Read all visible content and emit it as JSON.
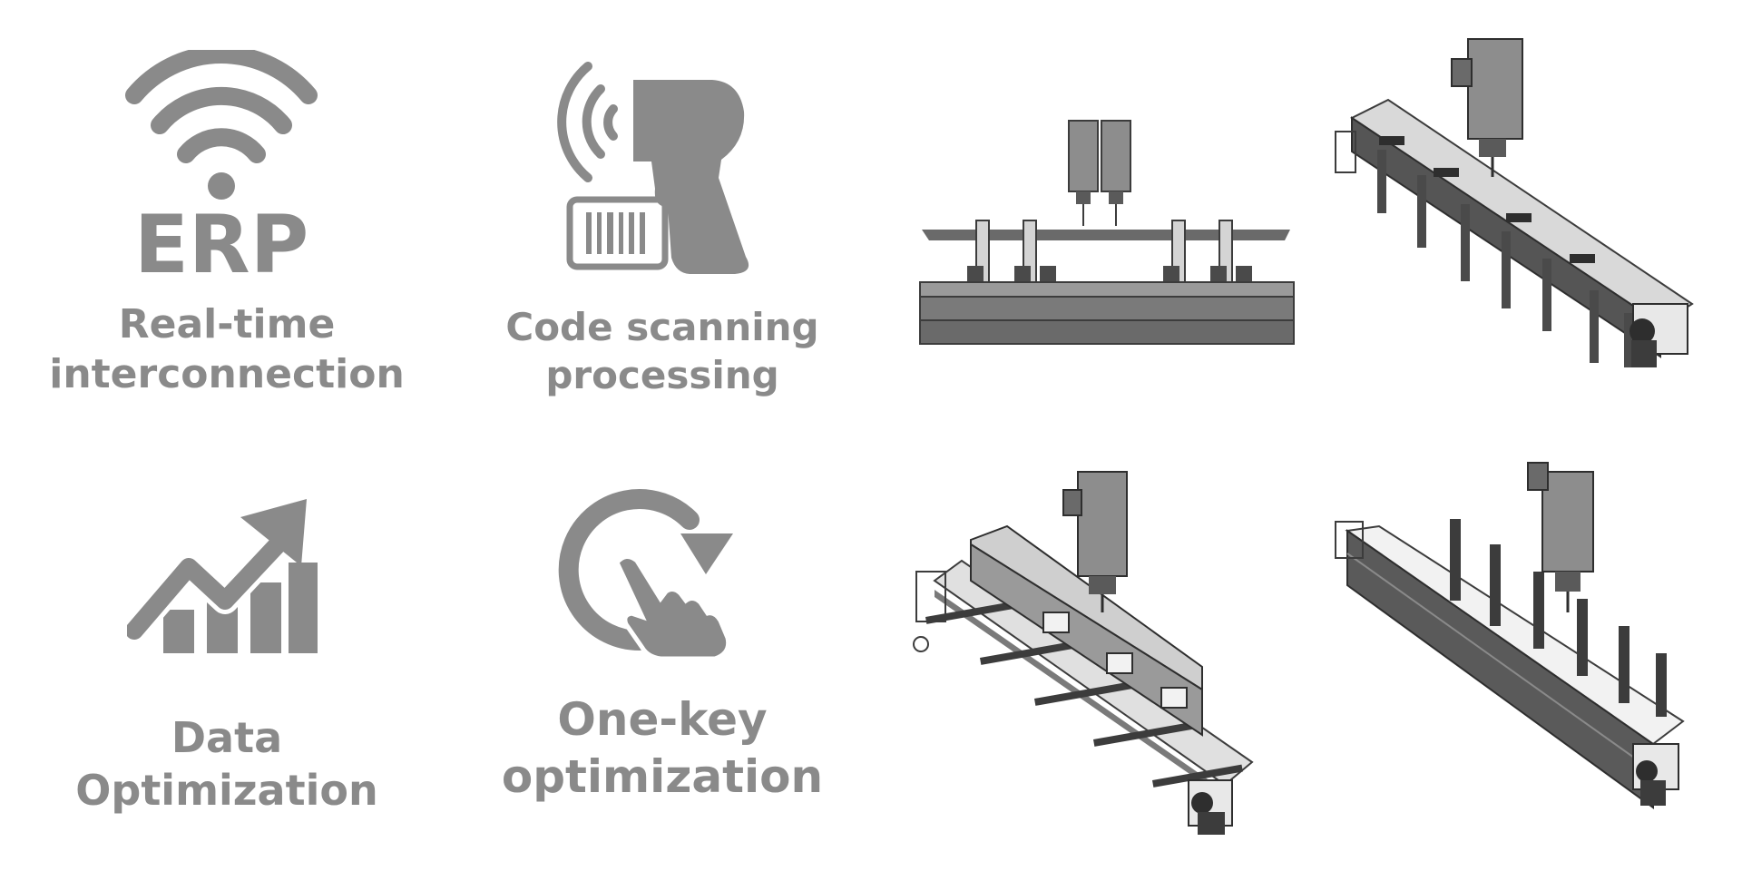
{
  "features": {
    "erp": {
      "icon": "wifi-erp-icon",
      "icon_text": "ERP",
      "label_lines": [
        "Real-time",
        "interconnection"
      ]
    },
    "scan": {
      "icon": "barcode-scanner-icon",
      "label_lines": [
        "Code scanning",
        "processing"
      ]
    },
    "data": {
      "icon": "growth-chart-icon",
      "label_lines": [
        "Data",
        "Optimization"
      ]
    },
    "onekey": {
      "icon": "refresh-tap-icon",
      "label_lines": [
        "One-key",
        "optimization"
      ]
    }
  },
  "colors": {
    "icon_gray": "#8a8a8a",
    "machine_dark": "#3c3c3c",
    "machine_mid": "#7a7a7a",
    "machine_light": "#d4d4d4"
  },
  "machines": [
    "front-view",
    "iso-view-right",
    "iso-view-left",
    "iso-view-long"
  ]
}
